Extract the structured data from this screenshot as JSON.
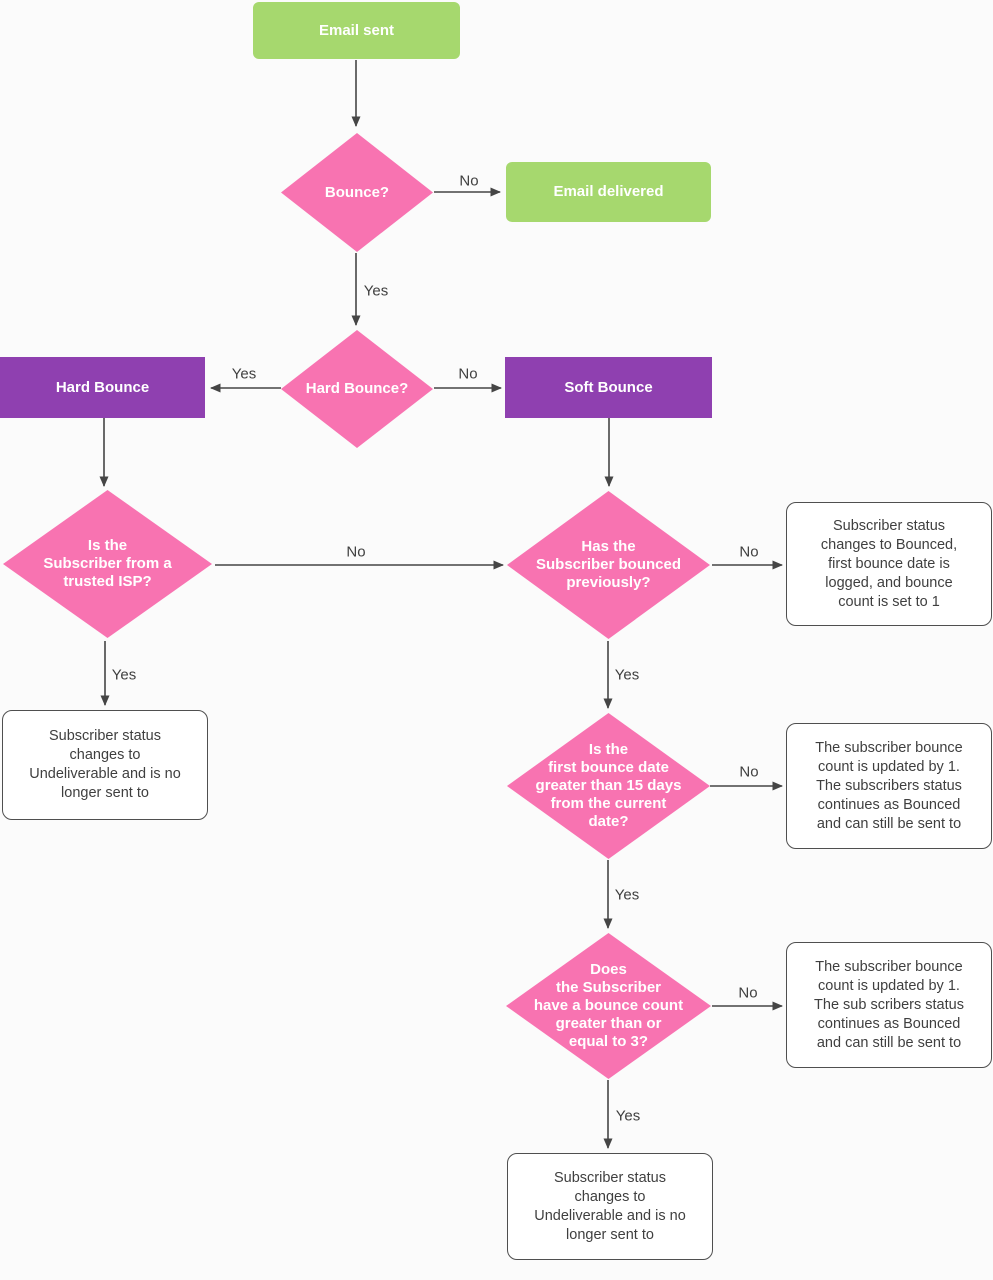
{
  "colors": {
    "green": "#a6d86e",
    "pink": "#f873b1",
    "purple": "#8f40b0",
    "white_box_border": "#4f4f4f",
    "arrow": "#454545",
    "text_dark": "#3f3f3f",
    "text_light": "#ffffff",
    "background": "#fbfbfb"
  },
  "nodes": {
    "email_sent": {
      "label": "Email sent"
    },
    "bounce": {
      "label": "Bounce?"
    },
    "email_delivered": {
      "label": "Email delivered"
    },
    "hard_bounce_q": {
      "label": "Hard Bounce?"
    },
    "hard_bounce": {
      "label": "Hard Bounce"
    },
    "soft_bounce": {
      "label": "Soft Bounce"
    },
    "trusted_isp": {
      "label": "Is the\nSubscriber from a\ntrusted ISP?"
    },
    "bounced_previously": {
      "label": "Has the\nSubscriber bounced\npreviously?"
    },
    "status_bounced": {
      "label": "Subscriber status\nchanges to Bounced,\nfirst bounce date is\nlogged, and bounce\ncount is set to 1"
    },
    "undeliverable_left": {
      "label": "Subscriber status\nchanges to\nUndeliverable and is no\nlonger sent to"
    },
    "first_bounce_date": {
      "label": "Is the\nfirst bounce date\ngreater than 15 days\nfrom the current\ndate?"
    },
    "count_updated_mid": {
      "label": "The subscriber bounce\ncount is updated by 1.\nThe subscribers status\ncontinues as Bounced\nand can still be sent to"
    },
    "bounce_count_3": {
      "label": "Does\nthe Subscriber\nhave a bounce count\ngreater than or\nequal to 3?"
    },
    "count_updated_bottom": {
      "label": "The subscriber bounce\ncount is updated by 1.\nThe sub scribers status\ncontinues as Bounced\nand can still be sent to"
    },
    "undeliverable_bottom": {
      "label": "Subscriber status\nchanges to\nUndeliverable and is no\nlonger sent to"
    }
  },
  "edge_labels": {
    "bounce_no": "No",
    "bounce_yes": "Yes",
    "hard_yes": "Yes",
    "hard_no": "No",
    "isp_no": "No",
    "isp_yes": "Yes",
    "prev_no": "No",
    "prev_yes": "Yes",
    "date_no": "No",
    "date_yes": "Yes",
    "count_no": "No",
    "count_yes": "Yes"
  }
}
